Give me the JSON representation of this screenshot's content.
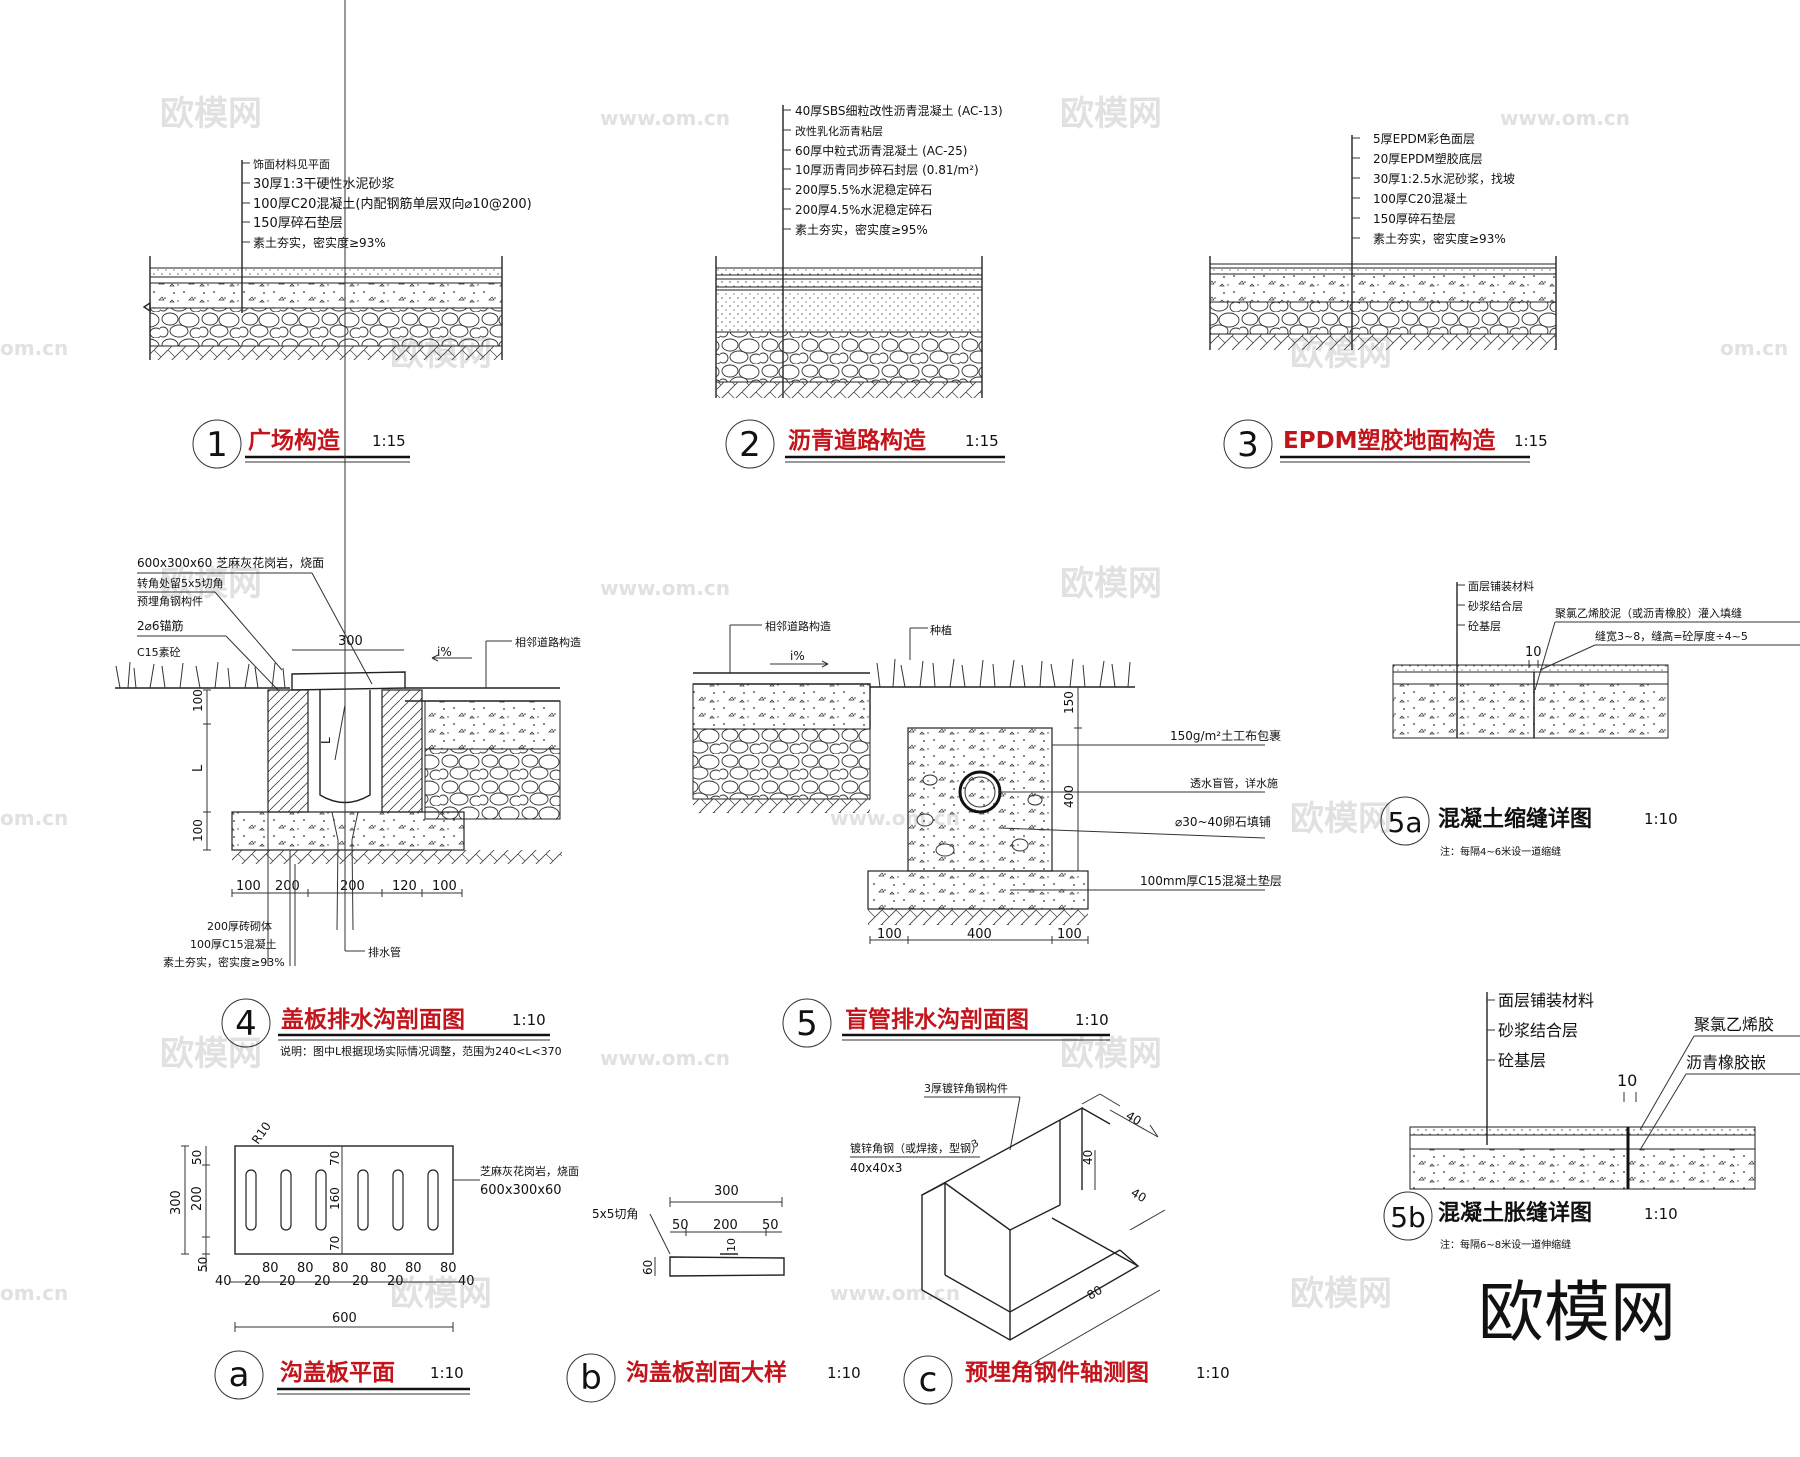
{
  "watermarks": {
    "logo": "欧模网",
    "url": "www.om.cn",
    "url_short": "om.cn"
  },
  "brand": "欧模网",
  "d1": {
    "num": "1",
    "title": "广场构造",
    "scale": "1:15",
    "layers": [
      "饰面材料见平面",
      "30厚1:3干硬性水泥砂浆",
      "100厚C20混凝土(内配钢筋单层双向⌀10@200)",
      "150厚碎石垫层",
      "素土夯实，密实度≥93%"
    ]
  },
  "d2": {
    "num": "2",
    "title": "沥青道路构造",
    "scale": "1:15",
    "layers": [
      "40厚SBS细粒改性沥青混凝土 (AC-13)",
      "改性乳化沥青粘层",
      "60厚中粒式沥青混凝土 (AC-25)",
      "10厚沥青同步碎石封层 (0.81/m²)",
      "200厚5.5%水泥稳定碎石",
      "200厚4.5%水泥稳定碎石",
      "素土夯实，密实度≥95%"
    ]
  },
  "d3": {
    "num": "3",
    "title": "EPDM塑胶地面构造",
    "scale": "1:15",
    "layers": [
      "5厚EPDM彩色面层",
      "20厚EPDM塑胶底层",
      "30厚1:2.5水泥砂浆，找坡",
      "100厚C20混凝土",
      "150厚碎石垫层",
      "素土夯实，密实度≥93%"
    ]
  },
  "d4": {
    "num": "4",
    "title": "盖板排水沟剖面图",
    "scale": "1:10",
    "note": "说明：图中L根据现场实际情况调整，范围为240<L<370",
    "labels_top": [
      "600x300x60 芝麻灰花岗岩，烧面",
      "转角处留5x5切角",
      "预埋角钢构件",
      "2⌀6锚筋",
      "C15素砼"
    ],
    "dim_top": "300",
    "slope": "i%",
    "adjacent": "相邻道路构造",
    "dims_left": [
      "100",
      "L",
      "100"
    ],
    "dim_inner": "L",
    "dims_bottom": [
      "100",
      "200",
      "200",
      "120",
      "100"
    ],
    "labels_bottom": [
      "200厚砖砌体",
      "100厚C15混凝土",
      "素土夯实，密实度≥93%"
    ],
    "pipe": "排水管"
  },
  "d5": {
    "num": "5",
    "title": "盲管排水沟剖面图",
    "scale": "1:10",
    "adjacent": "相邻道路构造",
    "planting": "种植",
    "slope": "i%",
    "dims_right": [
      "150",
      "400"
    ],
    "labels_right": [
      "150g/m²土工布包裹",
      "透水盲管，详水施",
      "⌀30~40卵石填铺",
      "100mm厚C15混凝土垫层"
    ],
    "dims_bottom": [
      "100",
      "400",
      "100"
    ]
  },
  "d5a": {
    "num": "5a",
    "title": "混凝土缩缝详图",
    "scale": "1:10",
    "note": "注：每隔4~6米设一道缩缝",
    "layers": [
      "面层铺装材料",
      "砂浆结合层",
      "砼基层"
    ],
    "right": [
      "聚氯乙烯胶泥（或沥青橡胶）灌入填缝",
      "缝宽3~8，缝高=砼厚度÷4~5"
    ],
    "dim": "10"
  },
  "d5b": {
    "num": "5b",
    "title": "混凝土胀缝详图",
    "scale": "1:10",
    "note": "注：每隔6~8米设一道伸缩缝",
    "layers": [
      "面层铺装材料",
      "砂浆结合层",
      "砼基层"
    ],
    "right": [
      "聚氯乙烯胶",
      "沥青橡胶嵌"
    ],
    "dim": "10"
  },
  "da": {
    "num": "a",
    "title": "沟盖板平面",
    "scale": "1:10",
    "r": "R10",
    "stone": "芝麻灰花岗岩，烧面",
    "size": "600x300x60",
    "dims_left": [
      "300",
      "50",
      "200",
      "50"
    ],
    "dims_inner": [
      "70",
      "160",
      "70"
    ],
    "dims_bottom": [
      "40",
      "80",
      "20",
      "80",
      "20",
      "80",
      "20",
      "80",
      "20",
      "80",
      "20",
      "80",
      "40"
    ],
    "total": "600"
  },
  "db": {
    "num": "b",
    "title": "沟盖板剖面大样",
    "scale": "1:10",
    "cut": "5x5切角",
    "total": "300",
    "dims": [
      "50",
      "200",
      "50"
    ],
    "dim_small": "10",
    "height": "60"
  },
  "dc": {
    "num": "c",
    "title": "预埋角钢件轴测图",
    "scale": "1:10",
    "l1": "3厚镀锌角钢构件",
    "l2": "镀锌角钢（或焊接，型钢）",
    "l3": "40x40x3",
    "dims": [
      "40",
      "40",
      "40",
      "80",
      "3"
    ]
  }
}
